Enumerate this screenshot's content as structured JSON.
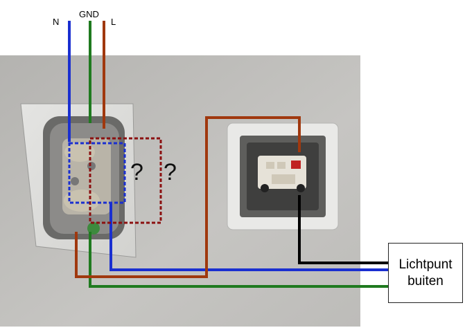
{
  "labels": {
    "neutral": "N",
    "ground": "GND",
    "live": "L"
  },
  "unknown_marks": [
    "?",
    "?"
  ],
  "box": {
    "line1": "Lichtpunt",
    "line2": "buiten"
  },
  "colors": {
    "neutral_wire": "#1a2fd0",
    "ground_wire": "#1f7a1f",
    "live_wire": "#a0380e",
    "switch_wire": "#000000",
    "dotted_blue": "#1a2fd0",
    "dotted_red": "#8b1010"
  }
}
